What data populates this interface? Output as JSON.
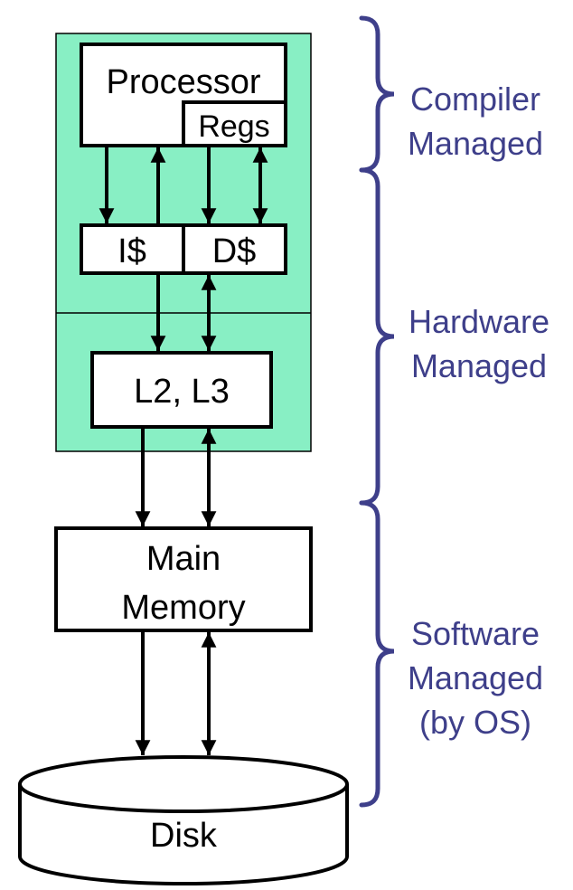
{
  "colors": {
    "on_chip_fill": "#88efc4",
    "brace_and_label": "#3e3f8a",
    "stroke": "#000000",
    "box_fill": "#ffffff"
  },
  "components": {
    "processor": "Processor",
    "regs": "Regs",
    "icache": "I$",
    "dcache": "D$",
    "l2l3": "L2, L3",
    "main_memory_line1": "Main",
    "main_memory_line2": "Memory",
    "disk": "Disk"
  },
  "management": {
    "compiler": {
      "line1": "Compiler",
      "line2": "Managed"
    },
    "hardware": {
      "line1": "Hardware",
      "line2": "Managed"
    },
    "software": {
      "line1": "Software",
      "line2": "Managed",
      "line3": "(by OS)"
    }
  }
}
